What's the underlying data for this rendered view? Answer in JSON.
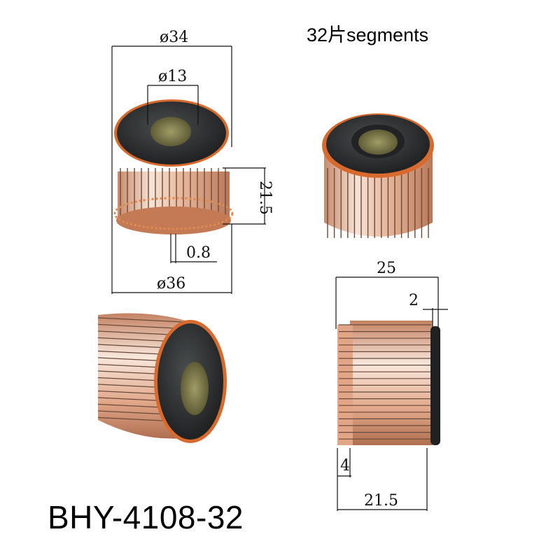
{
  "segments_label": "32片segments",
  "model_label": "BHY-4108-32",
  "dimensions": {
    "outer_top": "ø34",
    "bore": "ø13",
    "height": "21.5",
    "gap": "0.8",
    "outer_bottom": "ø36",
    "length": "25",
    "lip": "2",
    "hook": "4",
    "body_length": "21.5"
  },
  "colors": {
    "copper": "#d99a78",
    "copper_light": "#f3d6c4",
    "insulator": "#2b2e2f",
    "bore": "#8a8755",
    "slot": "#6a4a3a"
  }
}
